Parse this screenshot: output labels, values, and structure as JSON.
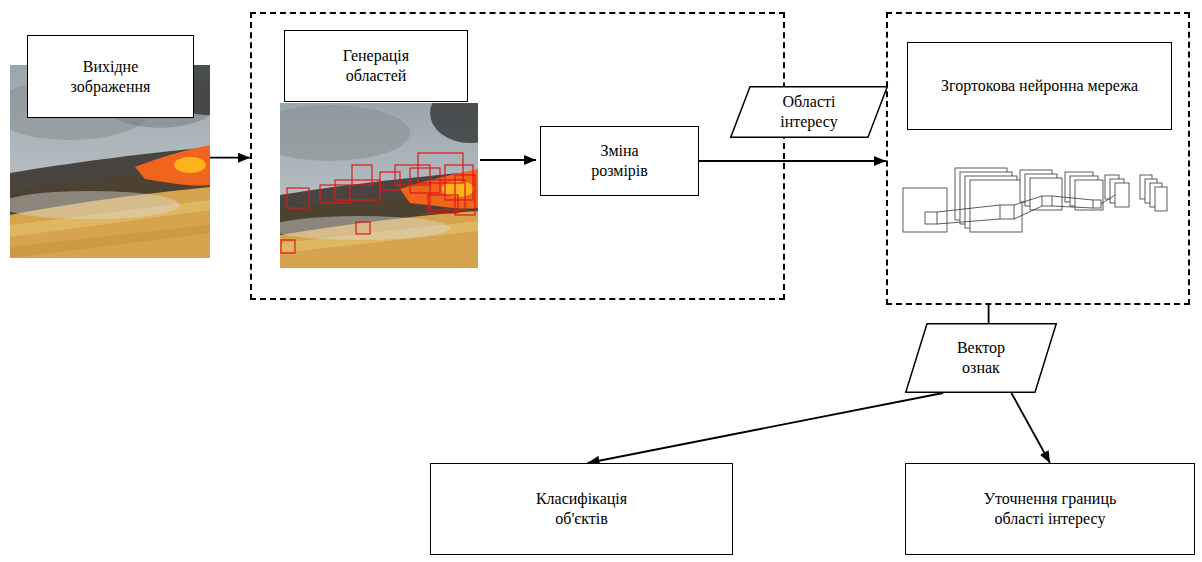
{
  "diagram": {
    "nodes": [
      {
        "text": [
          "Вихідне зображення"
        ]
      },
      {
        "text": [
          "Генерація областей"
        ]
      },
      {
        "text": [
          "Зміна розмірів"
        ],
        "in": 1
      },
      {
        "text": [
          "Області інтересу"
        ]
      },
      {
        "text": [
          "Згортокова нейронна мережа"
        ]
      },
      {
        "text": [
          "Вектор ознак"
        ]
      },
      {
        "text": [
          "Класифікація об'єктів"
        ]
      },
      {
        "text": [
          "Уточнення границь області інтересу"
        ]
      }
    ],
    "edges": [
      {
        "from": 0,
        "to": 1,
        "arrow": "to"
      },
      {
        "from": 2,
        "to": 4,
        "arrow": "to"
      },
      {
        "from": 4,
        "to": 5,
        "arrow": "none"
      },
      {
        "from": 5,
        "to": 6,
        "arrow": "to"
      },
      {
        "from": 5,
        "to": 7,
        "arrow": "to"
      }
    ]
  }
}
